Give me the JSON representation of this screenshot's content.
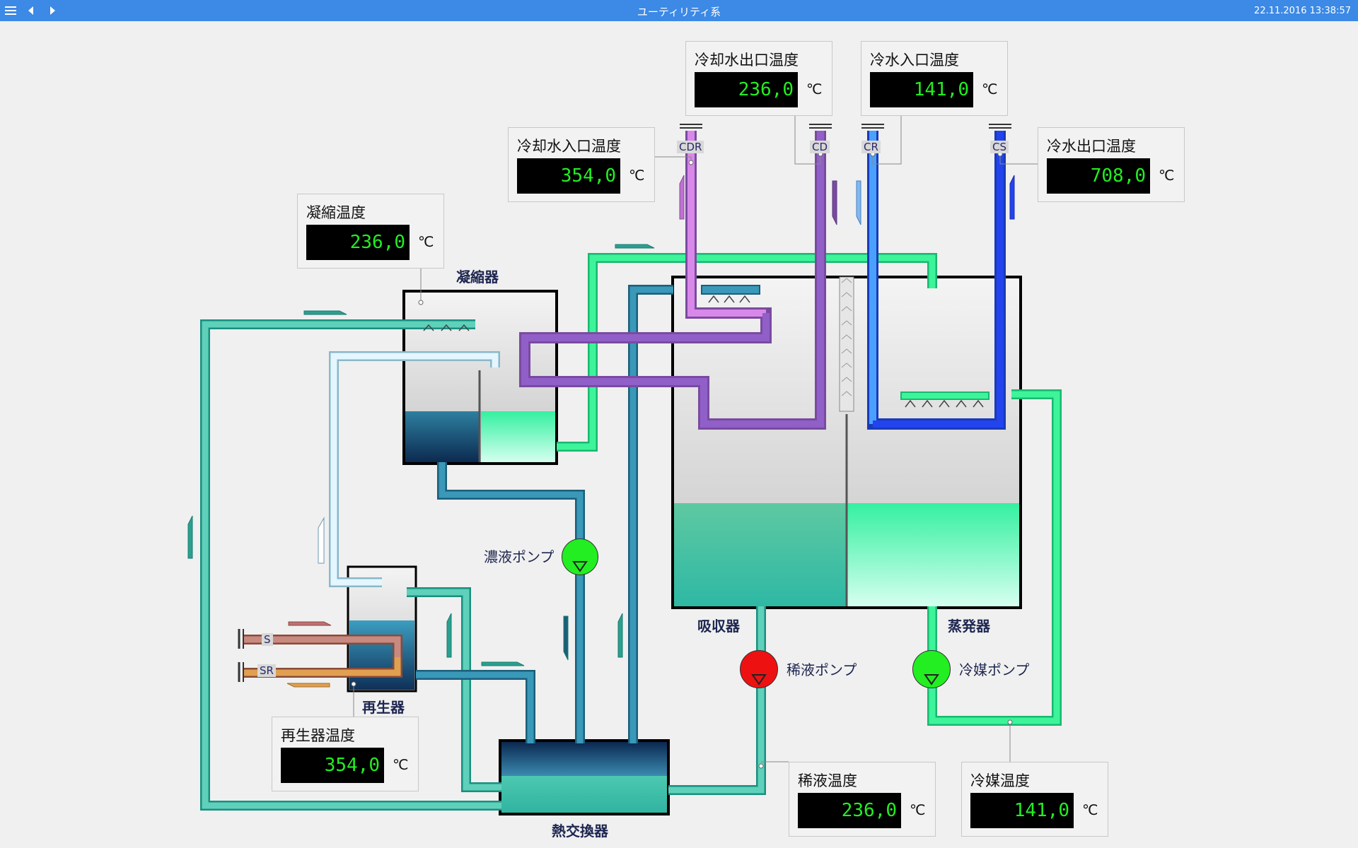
{
  "app": {
    "title": "ユーティリティ系",
    "datetime": "22.11.2016 13:38:57"
  },
  "icons": {
    "menu": "menu-icon",
    "back": "back-arrow-icon",
    "forward": "forward-arrow-icon",
    "pump": "pump-triangle-icon"
  },
  "colors": {
    "topbar": "#3c89e6",
    "value_text": "#22ee22",
    "pump_on": "#22ee22",
    "pump_off": "#ee1111"
  },
  "equipment": {
    "condenser": "凝縮器",
    "regenerator": "再生器",
    "heat_exchanger": "熱交換器",
    "absorber": "吸収器",
    "evaporator": "蒸発器"
  },
  "pumps": {
    "concentrated": {
      "label": "濃液ポンプ",
      "state": "running"
    },
    "dilute": {
      "label": "稀液ポンプ",
      "state": "stopped"
    },
    "refrigerant": {
      "label": "冷媒ポンプ",
      "state": "running"
    }
  },
  "pipe_tags": {
    "cdr": "CDR",
    "cd": "CD",
    "cr": "CR",
    "cs": "CS",
    "s": "S",
    "sr": "SR"
  },
  "readings": {
    "cooling_water_out": {
      "label": "冷却水出口温度",
      "value": "236,0",
      "unit": "℃"
    },
    "chilled_water_in": {
      "label": "冷水入口温度",
      "value": "141,0",
      "unit": "℃"
    },
    "cooling_water_in": {
      "label": "冷却水入口温度",
      "value": "354,0",
      "unit": "℃"
    },
    "chilled_water_out": {
      "label": "冷水出口温度",
      "value": "708,0",
      "unit": "℃"
    },
    "condensation_temp": {
      "label": "凝縮温度",
      "value": "236,0",
      "unit": "℃"
    },
    "regenerator_temp": {
      "label": "再生器温度",
      "value": "354,0",
      "unit": "℃"
    },
    "dilute_temp": {
      "label": "稀液温度",
      "value": "236,0",
      "unit": "℃"
    },
    "refrigerant_temp": {
      "label": "冷媒温度",
      "value": "141,0",
      "unit": "℃"
    }
  }
}
